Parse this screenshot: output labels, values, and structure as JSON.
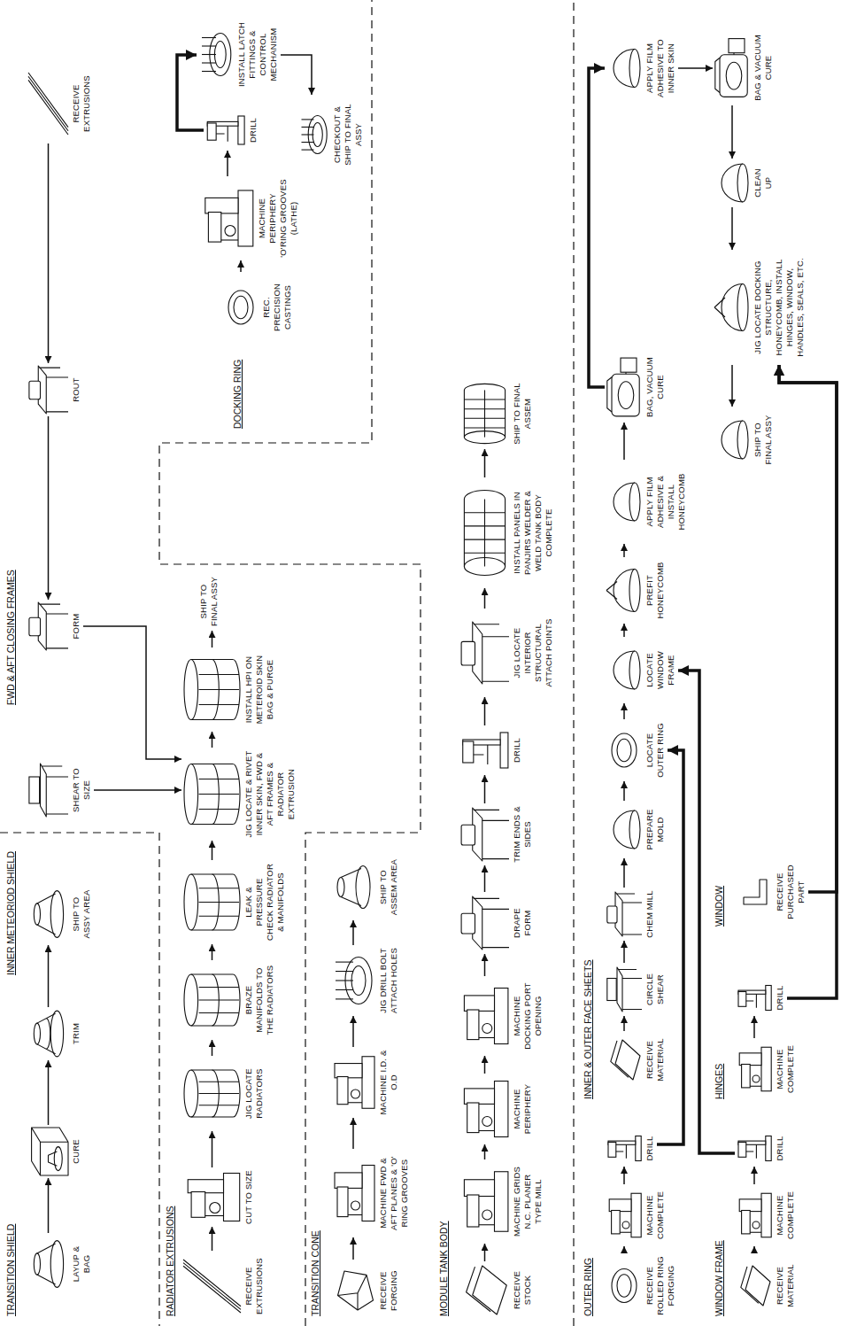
{
  "diagram": {
    "nodes": [
      {
        "text": [
          "LAYUP & BAG"
        ]
      },
      {
        "text": [
          "CURE"
        ]
      },
      {
        "text": [
          "TRIM"
        ]
      },
      {
        "text": [
          "SHIP TO ASSY AREA"
        ]
      },
      {
        "text": [
          "SHEAR TO SIZE"
        ]
      },
      {
        "text": [
          "RECEIVE EXTRUSIONS"
        ]
      },
      {
        "text": [
          "ROUT"
        ]
      },
      {
        "text": [
          "FORM"
        ]
      },
      {
        "text": [
          "RECEIVE EXTRUSIONS"
        ]
      },
      {
        "text": [
          "CUT TO SIZE"
        ]
      },
      {
        "text": [
          "JIG LOCATE RADIATORS"
        ]
      },
      {
        "text": [
          "BRAZE MANIFOLDS TO THE RADIATORS"
        ]
      },
      {
        "text": [
          "LEAK & PRESSURE CHECK RADIATOR & MANIFOLDS"
        ]
      },
      {
        "text": [
          "JIG LOCATE & RIVET INNER SKIN, FWD & AFT FRAMES & RADIATOR EXTRUSION"
        ]
      },
      {
        "text": [
          "INSTALL HPI ON METEROID SKIN BAG & PURGE"
        ]
      },
      {
        "text": [
          "SHIP TO FINAL ASSY"
        ]
      },
      {
        "text": [
          "REC. PRECISION CASTINGS"
        ]
      },
      {
        "text": [
          "MACHINE PERIPHERY 'O'RING GROOVES (LATHE)"
        ]
      },
      {
        "text": [
          "DRILL"
        ]
      },
      {
        "text": [
          "INSTALL LATCH FITTINGS & CONTROL MECHANISM"
        ]
      },
      {
        "text": [
          "CHECKOUT & SHIP TO FINAL ASSY"
        ]
      },
      {
        "text": [
          "RECEIVE FORGING"
        ]
      },
      {
        "text": [
          "MACHINE FWD & AFT PLANES & 'O' RING GROOVES"
        ]
      },
      {
        "text": [
          "MACHINE I.D. & O.D"
        ]
      },
      {
        "text": [
          "JIG DRILL BOLT ATTACH HOLES"
        ]
      },
      {
        "text": [
          "SHIP TO ASSEM AREA"
        ]
      },
      {
        "text": [
          "RECEIVE STOCK"
        ]
      },
      {
        "text": [
          "MACHINE GRIDS N.C. PLANER TYPE MILL"
        ]
      },
      {
        "text": [
          "MACHINE PERIPHERY"
        ]
      },
      {
        "text": [
          "MACHINE DOCKING PORT OPENING"
        ]
      },
      {
        "text": [
          "DRAPE FORM"
        ]
      },
      {
        "text": [
          "TRIM ENDS & SIDES"
        ]
      },
      {
        "text": [
          "DRILL"
        ]
      },
      {
        "text": [
          "JIG LOCATE INTERIOR STRUCTURAL ATTACH POINTS"
        ]
      },
      {
        "text": [
          "INSTALL PANELS IN PANJIRS WELDER & WELD TANK BODY COMPLETE"
        ]
      },
      {
        "text": [
          "SHIP TO FINAL ASSEM"
        ]
      },
      {
        "text": [
          "RECEIVE ROLLED RING FORGING"
        ]
      },
      {
        "text": [
          "MACHINE COMPLETE"
        ]
      },
      {
        "text": [
          "DRILL"
        ]
      },
      {
        "text": [
          "RECEIVE MATERIAL"
        ]
      },
      {
        "text": [
          "CIRCLE SHEAR"
        ]
      },
      {
        "text": [
          "CHEM MILL"
        ]
      },
      {
        "text": [
          "PREPARE MOLD"
        ]
      },
      {
        "text": [
          "LOCATE OUTER RING"
        ]
      },
      {
        "text": [
          "LOCATE WINDOW FRAME"
        ]
      },
      {
        "text": [
          "PREFIT HONEYCOMB"
        ]
      },
      {
        "text": [
          "APPLY FILM ADHESIVE & INSTALL HONEYCOMB"
        ]
      },
      {
        "text": [
          "BAG, VACUUM CURE"
        ]
      },
      {
        "text": [
          "APPLY FILM ADHESIVE TO INNER SKIN"
        ]
      },
      {
        "text": [
          "BAG & VACUUM CURE"
        ]
      },
      {
        "text": [
          "CLEAN UP"
        ]
      },
      {
        "text": [
          "JIG LOCATE DOCKING STRUCTURE, HONEYCOMB, INSTALL HINGES, WINDOW, HANDLES, SEALS, ETC."
        ]
      },
      {
        "text": [
          "SHIP TO FINAL ASSY"
        ]
      },
      {
        "text": [
          "RECEIVE MATERIAL"
        ]
      },
      {
        "text": [
          "MACHINE COMPLETE"
        ]
      },
      {
        "text": [
          "DRILL"
        ]
      },
      {
        "text": [
          "MACHINE COMPLETE"
        ]
      },
      {
        "text": [
          "DRILL"
        ]
      },
      {
        "text": [
          "RECEIVE PURCHASED PART"
        ]
      }
    ],
    "edges": [
      {
        "from": 0,
        "to": 1,
        "arrow": "to"
      },
      {
        "from": 1,
        "to": 2,
        "arrow": "to"
      },
      {
        "from": 2,
        "to": 3,
        "arrow": "to"
      },
      {
        "from": 5,
        "to": 6,
        "arrow": "to"
      },
      {
        "from": 6,
        "to": 7,
        "arrow": "to"
      },
      {
        "from": 7,
        "to": 13,
        "arrow": "to"
      },
      {
        "from": 4,
        "to": 13,
        "arrow": "to"
      },
      {
        "from": 8,
        "to": 9,
        "arrow": "to"
      },
      {
        "from": 9,
        "to": 10,
        "arrow": "to"
      },
      {
        "from": 10,
        "to": 11,
        "arrow": "to"
      },
      {
        "from": 11,
        "to": 12,
        "arrow": "to"
      },
      {
        "from": 12,
        "to": 13,
        "arrow": "to"
      },
      {
        "from": 13,
        "to": 14,
        "arrow": "to"
      },
      {
        "from": 14,
        "to": 15,
        "arrow": "to"
      },
      {
        "from": 16,
        "to": 17,
        "arrow": "to"
      },
      {
        "from": 17,
        "to": 18,
        "arrow": "to"
      },
      {
        "from": 18,
        "to": 19,
        "arrow": "to"
      },
      {
        "from": 19,
        "to": 20,
        "arrow": "to"
      },
      {
        "from": 21,
        "to": 22,
        "arrow": "to"
      },
      {
        "from": 22,
        "to": 23,
        "arrow": "to"
      },
      {
        "from": 23,
        "to": 24,
        "arrow": "to"
      },
      {
        "from": 24,
        "to": 25,
        "arrow": "to"
      },
      {
        "from": 26,
        "to": 27,
        "arrow": "to"
      },
      {
        "from": 27,
        "to": 28,
        "arrow": "to"
      },
      {
        "from": 28,
        "to": 29,
        "arrow": "to"
      },
      {
        "from": 29,
        "to": 30,
        "arrow": "to"
      },
      {
        "from": 30,
        "to": 31,
        "arrow": "to"
      },
      {
        "from": 31,
        "to": 32,
        "arrow": "to"
      },
      {
        "from": 32,
        "to": 33,
        "arrow": "to"
      },
      {
        "from": 33,
        "to": 34,
        "arrow": "to"
      },
      {
        "from": 34,
        "to": 35,
        "arrow": "to"
      },
      {
        "from": 36,
        "to": 37,
        "arrow": "to"
      },
      {
        "from": 37,
        "to": 38,
        "arrow": "to"
      },
      {
        "from": 38,
        "to": 43,
        "arrow": "to"
      },
      {
        "from": 39,
        "to": 40,
        "arrow": "to"
      },
      {
        "from": 40,
        "to": 41,
        "arrow": "to"
      },
      {
        "from": 41,
        "to": 42,
        "arrow": "to"
      },
      {
        "from": 42,
        "to": 43,
        "arrow": "to"
      },
      {
        "from": 43,
        "to": 44,
        "arrow": "to"
      },
      {
        "from": 44,
        "to": 45,
        "arrow": "to"
      },
      {
        "from": 45,
        "to": 46,
        "arrow": "to"
      },
      {
        "from": 46,
        "to": 47,
        "arrow": "to"
      },
      {
        "from": 47,
        "to": 48,
        "arrow": "to"
      },
      {
        "from": 48,
        "to": 49,
        "arrow": "to"
      },
      {
        "from": 49,
        "to": 50,
        "arrow": "to"
      },
      {
        "from": 50,
        "to": 51,
        "arrow": "to"
      },
      {
        "from": 51,
        "to": 52,
        "arrow": "to"
      },
      {
        "from": 53,
        "to": 54,
        "arrow": "to"
      },
      {
        "from": 54,
        "to": 55,
        "arrow": "to"
      },
      {
        "from": 55,
        "to": 44,
        "arrow": "to"
      },
      {
        "from": 56,
        "to": 57,
        "arrow": "to"
      },
      {
        "from": 57,
        "to": 51,
        "arrow": "to"
      },
      {
        "from": 58,
        "to": 51,
        "arrow": "to"
      }
    ],
    "labels": [
      "TRANSITION SHIELD",
      "INNER METEORIOD SHIELD",
      "FWD & AFT CLOSING FRAMES",
      "RADIATOR EXTRUSIONS",
      "DOCKING RING",
      "TRANSITION CONE",
      "MODULE TANK BODY",
      "OUTER RING",
      "INNER & OUTER FACE SHEETS",
      "WINDOW FRAME",
      "HINGES",
      "WINDOW"
    ]
  }
}
